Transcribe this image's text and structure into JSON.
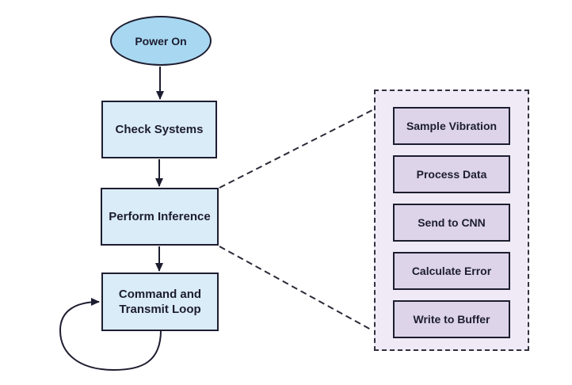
{
  "flow": {
    "start_label": "Power On",
    "steps": [
      "Check Systems",
      "Perform Inference",
      "Command and Transmit Loop"
    ]
  },
  "panel": {
    "items": [
      "Sample Vibration",
      "Process Data",
      "Send to CNN",
      "Calculate Error",
      "Write to Buffer"
    ]
  },
  "colors": {
    "start_fill": "#a8d8f1",
    "step_fill": "#daecf8",
    "panel_fill": "#efeaf6",
    "panel_item_fill": "#ddd4e9",
    "outline": "#1d1d30",
    "background": "#ffffff"
  }
}
